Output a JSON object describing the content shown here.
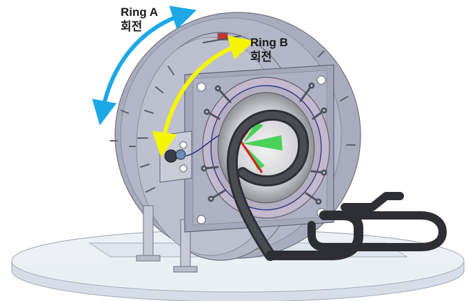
{
  "labels": {
    "ring_a": {
      "name": "Ring A",
      "action": "회전"
    },
    "ring_b": {
      "name": "Ring B",
      "action": "회전"
    }
  },
  "colors": {
    "ring_a_arrow": "#1ea7e6",
    "ring_b_arrow": "#f5f500",
    "plate": "#a4a7b9",
    "base": "#dfe6ee",
    "cable": "#3a3a3a",
    "beam_red": "#e01818",
    "beam_green": "#2ecc40"
  },
  "icons": [
    "curved-double-arrow-icon"
  ]
}
